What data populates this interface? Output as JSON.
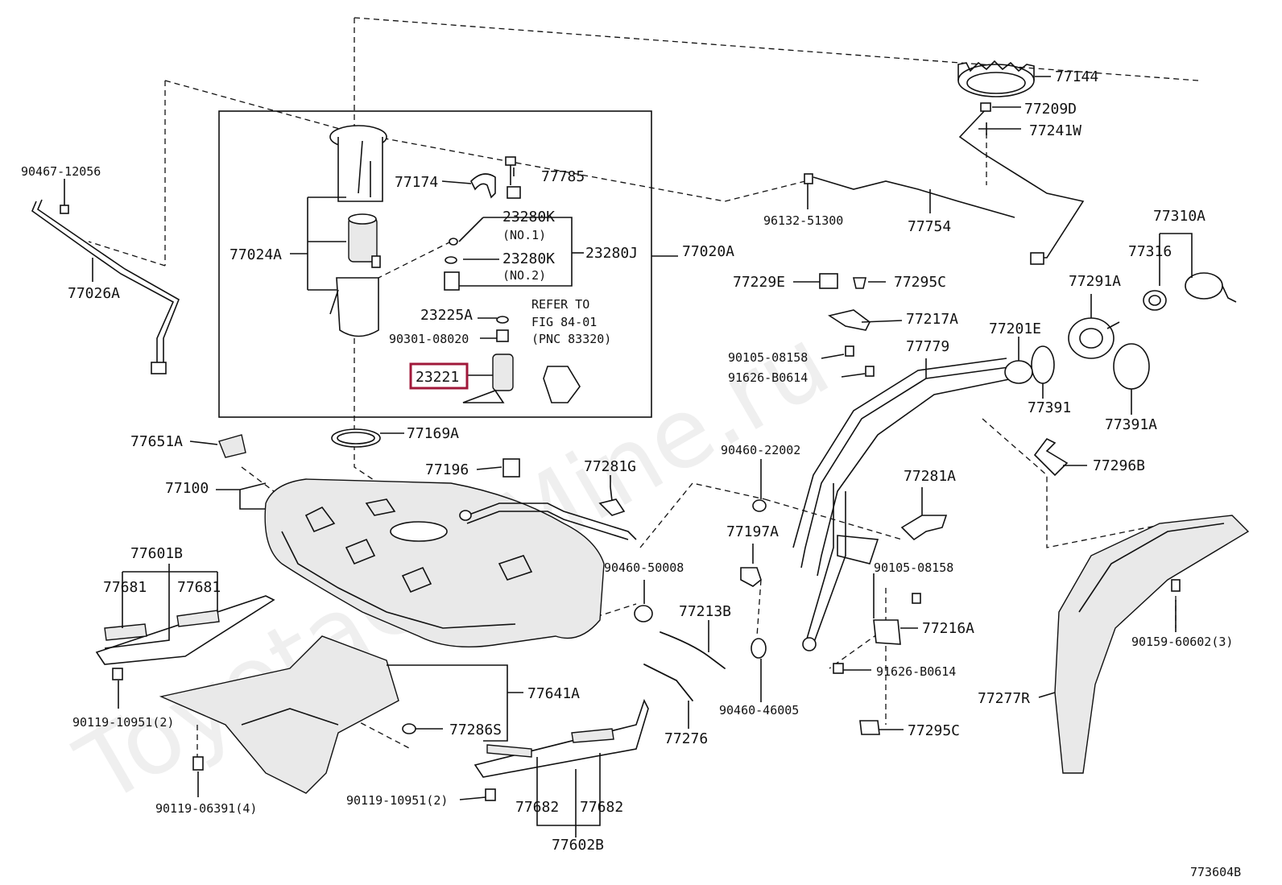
{
  "watermark": "ToyotaCarMine.ru",
  "figure_id": "773604B",
  "highlight_color": "#a0183a",
  "highlighted_part": "23221",
  "labels": {
    "p90467": "90467-12056",
    "p77026A": "77026A",
    "p77024A": "77024A",
    "p77174": "77174",
    "p77785": "77785",
    "p23280K1": "23280K",
    "p23280K1n": "(NO.1)",
    "p23280K2": "23280K",
    "p23280K2n": "(NO.2)",
    "p23280J": "23280J",
    "p77020A": "77020A",
    "p23225A": "23225A",
    "p90301": "90301-08020",
    "p23221": "23221",
    "refer1": "REFER TO",
    "refer2": "FIG 84-01",
    "refer3": "(PNC 83320)",
    "p77169A": "77169A",
    "p77144": "77144",
    "p77209D": "77209D",
    "p77241W": "77241W",
    "p96132": "96132-51300",
    "p77754": "77754",
    "p77310A": "77310A",
    "p77316": "77316",
    "p77291A": "77291A",
    "p77229E": "77229E",
    "p77295C_top": "77295C",
    "p77217A": "77217A",
    "p77779": "77779",
    "p77201E": "77201E",
    "p90105_top": "90105-08158",
    "p91626_top": "91626-B0614",
    "p77391": "77391",
    "p77391A": "77391A",
    "p77651A": "77651A",
    "p77196": "77196",
    "p77100": "77100",
    "p77281G": "77281G",
    "p90460_22002": "90460-22002",
    "p77281A": "77281A",
    "p77296B": "77296B",
    "p77197A": "77197A",
    "p77601B": "77601B",
    "p77681a": "77681",
    "p77681b": "77681",
    "p90460_50008": "90460-50008",
    "p90105_mid": "90105-08158",
    "p77213B": "77213B",
    "p77216A": "77216A",
    "p90159": "90159-60602(3)",
    "p77641A": "77641A",
    "p91626_bot": "91626-B0614",
    "p90119a": "90119-10951(2)",
    "p77286S": "77286S",
    "p90460_46005": "90460-46005",
    "p77277R": "77277R",
    "p77276": "77276",
    "p77295C_bot": "77295C",
    "p90119b": "90119-06391(4)",
    "p90119c": "90119-10951(2)",
    "p77682a": "77682",
    "p77682b": "77682",
    "p77602B": "77602B"
  }
}
